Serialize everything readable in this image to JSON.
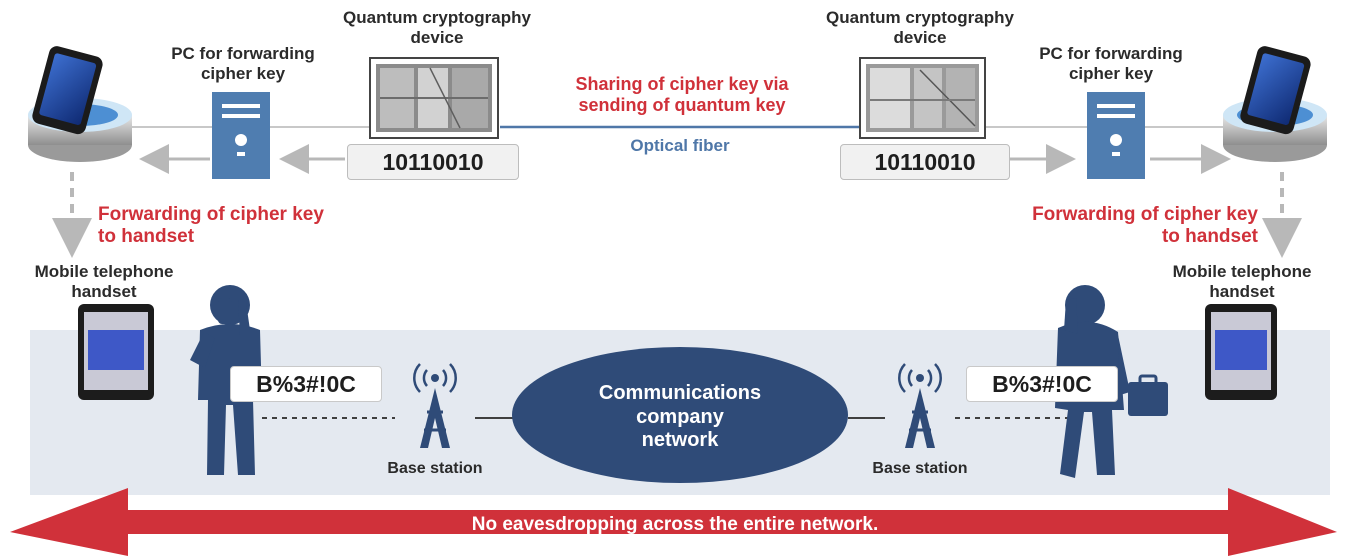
{
  "labels": {
    "quantum_device_left": "Quantum cryptography\ndevice",
    "quantum_device_right": "Quantum cryptography\ndevice",
    "pc_left": "PC for forwarding\ncipher key",
    "pc_right": "PC for forwarding\ncipher key",
    "sharing": "Sharing of cipher key via\nsending of quantum key",
    "optical_fiber": "Optical fiber",
    "code_left": "10110010",
    "code_right": "10110010",
    "forwarding_left": "Forwarding of cipher key\nto handset",
    "forwarding_right": "Forwarding of cipher key\nto handset",
    "mobile_left": "Mobile telephone\nhandset",
    "mobile_right": "Mobile telephone\nhandset",
    "cipher_left": "B%3#!0C",
    "cipher_right": "B%3#!0C",
    "network": "Communications\ncompany\nnetwork",
    "base_left": "Base station",
    "base_right": "Base station",
    "banner": "No eavesdropping across the entire network."
  },
  "icons": [
    "smartphone-dock-icon",
    "pc-tower-icon",
    "quantum-device-icon",
    "person-on-phone-icon",
    "antenna-tower-icon",
    "mobile-handset-icon"
  ],
  "colors": {
    "accent_red": "#d0313a",
    "fiber_blue": "#4f77a8",
    "network_navy": "#2f4b78",
    "band_bg": "#e4e9f0",
    "pc_blue": "#4f7db0"
  }
}
